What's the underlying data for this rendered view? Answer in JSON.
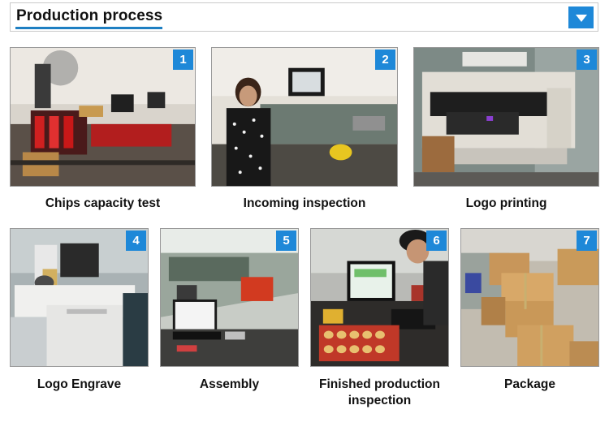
{
  "header": {
    "title": "Production process",
    "toggle_icon": "chevron-down-icon",
    "accent_color": "#1e88d8"
  },
  "steps": [
    {
      "number": "1",
      "caption": "Chips capacity test"
    },
    {
      "number": "2",
      "caption": "Incoming inspection"
    },
    {
      "number": "3",
      "caption": "Logo printing"
    },
    {
      "number": "4",
      "caption": "Logo Engrave"
    },
    {
      "number": "5",
      "caption": "Assembly"
    },
    {
      "number": "6",
      "caption": "Finished production inspection"
    },
    {
      "number": "7",
      "caption": "Package"
    }
  ]
}
